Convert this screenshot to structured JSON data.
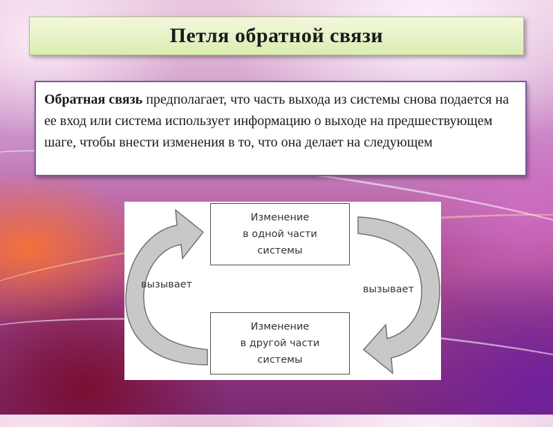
{
  "slide": {
    "title": "Петля обратной связи",
    "definition_term": "Обратная связь",
    "definition_text": " предполагает, что часть выхода из системы снова подается на ее вход или система использует информацию о выходе на предшествующем шаге, чтобы внести изменения в то, что она делает на следующем"
  },
  "diagram": {
    "box_top": "Изменение\nв одной части\nсистемы",
    "box_bottom": "Изменение\nв другой части\nсистемы",
    "label_left": "вызывает",
    "label_right": "вызывает"
  },
  "colors": {
    "title_bg": "#dcecb3",
    "text_border": "#7a5aa0",
    "arrow_fill": "#c8c8c8",
    "arrow_stroke": "#707070"
  }
}
